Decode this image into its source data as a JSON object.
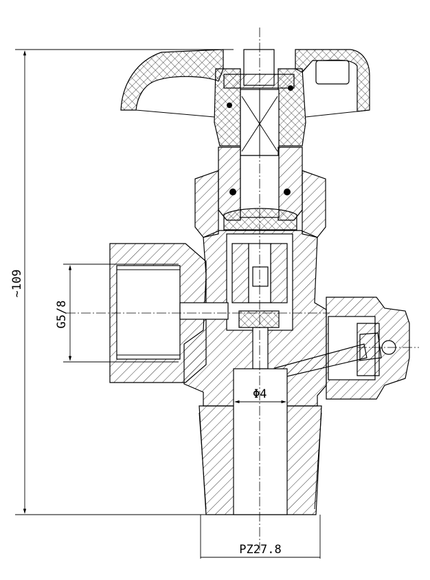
{
  "dimensions": {
    "overall_height": "~109",
    "side_thread": "G5/8",
    "bore_diameter": "Φ4",
    "inlet_thread": "PZ27.8"
  }
}
